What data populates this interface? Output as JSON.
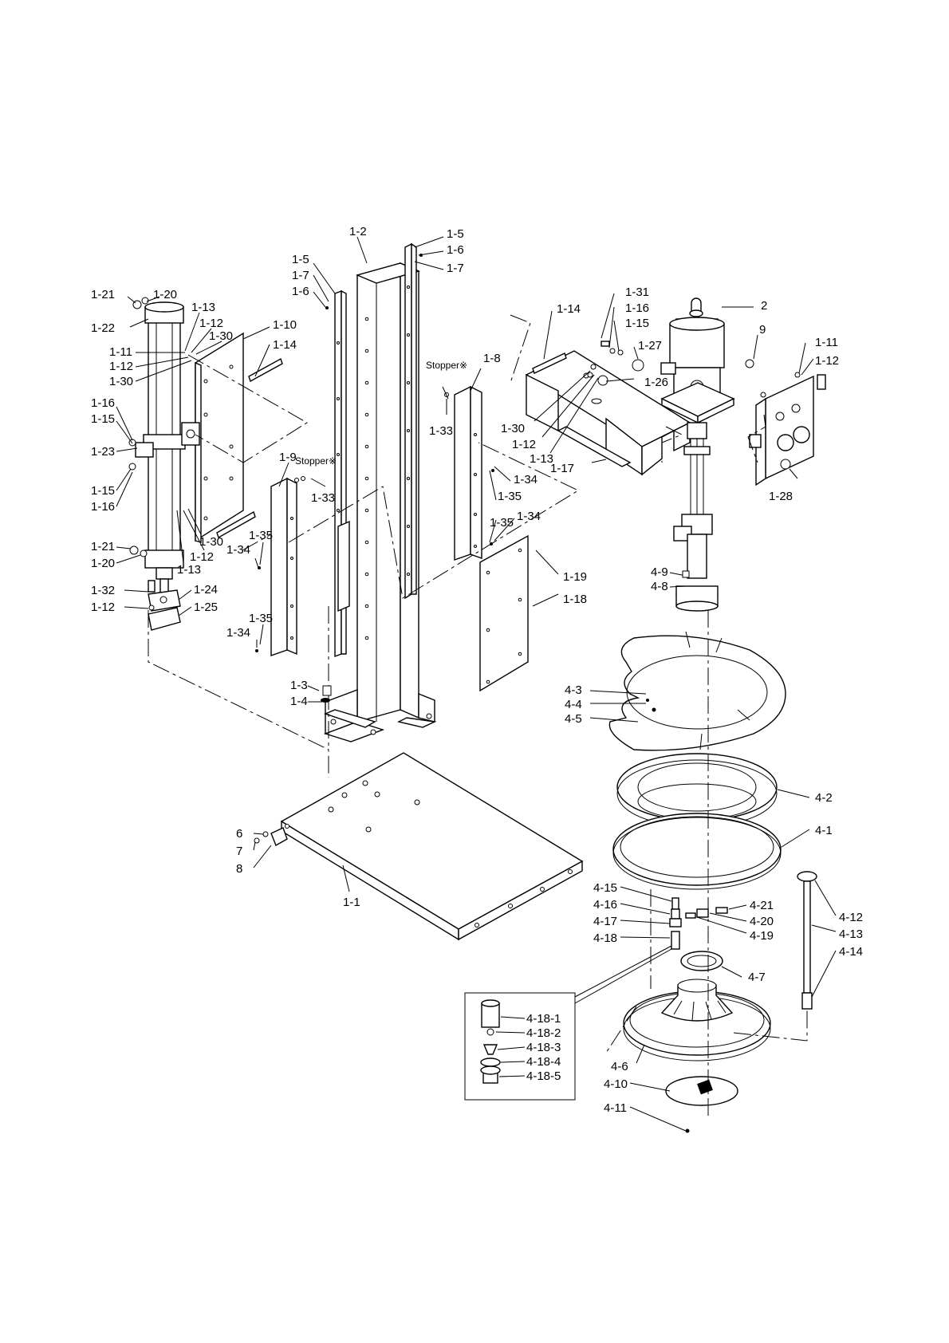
{
  "callouts": [
    {
      "id": "c-1-2",
      "text": "1-2"
    },
    {
      "id": "c-1-5a",
      "text": "1-5"
    },
    {
      "id": "c-1-6a",
      "text": "1-6"
    },
    {
      "id": "c-1-7a",
      "text": "1-7"
    },
    {
      "id": "c-1-5b",
      "text": "1-5"
    },
    {
      "id": "c-1-7b",
      "text": "1-7"
    },
    {
      "id": "c-1-6b",
      "text": "1-6"
    },
    {
      "id": "c-1-21a",
      "text": "1-21"
    },
    {
      "id": "c-1-20a",
      "text": "1-20"
    },
    {
      "id": "c-1-13a",
      "text": "1-13"
    },
    {
      "id": "c-1-12a",
      "text": "1-12"
    },
    {
      "id": "c-1-30a",
      "text": "1-30"
    },
    {
      "id": "c-1-22",
      "text": "1-22"
    },
    {
      "id": "c-1-10",
      "text": "1-10"
    },
    {
      "id": "c-1-14a",
      "text": "1-14"
    },
    {
      "id": "c-1-11a",
      "text": "1-11"
    },
    {
      "id": "c-1-12b",
      "text": "1-12"
    },
    {
      "id": "c-1-30b",
      "text": "1-30"
    },
    {
      "id": "c-1-16a",
      "text": "1-16"
    },
    {
      "id": "c-1-15a",
      "text": "1-15"
    },
    {
      "id": "c-1-23",
      "text": "1-23"
    },
    {
      "id": "c-1-15b",
      "text": "1-15"
    },
    {
      "id": "c-1-16b",
      "text": "1-16"
    },
    {
      "id": "c-1-21b",
      "text": "1-21"
    },
    {
      "id": "c-1-20b",
      "text": "1-20"
    },
    {
      "id": "c-1-30c",
      "text": "1-30"
    },
    {
      "id": "c-1-12c",
      "text": "1-12"
    },
    {
      "id": "c-1-13b",
      "text": "1-13"
    },
    {
      "id": "c-1-32",
      "text": "1-32"
    },
    {
      "id": "c-1-24",
      "text": "1-24"
    },
    {
      "id": "c-1-12d",
      "text": "1-12"
    },
    {
      "id": "c-1-25",
      "text": "1-25"
    },
    {
      "id": "c-1-9",
      "text": "1-9"
    },
    {
      "id": "c-stopper-a",
      "text": "Stopper※"
    },
    {
      "id": "c-1-33a",
      "text": "1-33"
    },
    {
      "id": "c-1-35a",
      "text": "1-35"
    },
    {
      "id": "c-1-34a",
      "text": "1-34"
    },
    {
      "id": "c-1-35b",
      "text": "1-35"
    },
    {
      "id": "c-1-34b",
      "text": "1-34"
    },
    {
      "id": "c-1-3",
      "text": "1-3"
    },
    {
      "id": "c-1-4",
      "text": "1-4"
    },
    {
      "id": "c-stopper-b",
      "text": "Stopper※"
    },
    {
      "id": "c-1-8",
      "text": "1-8"
    },
    {
      "id": "c-1-33b",
      "text": "1-33"
    },
    {
      "id": "c-1-34c",
      "text": "1-34"
    },
    {
      "id": "c-1-35c",
      "text": "1-35"
    },
    {
      "id": "c-1-35d",
      "text": "1-35"
    },
    {
      "id": "c-1-34d",
      "text": "1-34"
    },
    {
      "id": "c-1-19",
      "text": "1-19"
    },
    {
      "id": "c-1-18",
      "text": "1-18"
    },
    {
      "id": "c-1-14b",
      "text": "1-14"
    },
    {
      "id": "c-1-31",
      "text": "1-31"
    },
    {
      "id": "c-1-16c",
      "text": "1-16"
    },
    {
      "id": "c-1-15c",
      "text": "1-15"
    },
    {
      "id": "c-1-27",
      "text": "1-27"
    },
    {
      "id": "c-1-26",
      "text": "1-26"
    },
    {
      "id": "c-1-30d",
      "text": "1-30"
    },
    {
      "id": "c-1-12e",
      "text": "1-12"
    },
    {
      "id": "c-1-13c",
      "text": "1-13"
    },
    {
      "id": "c-1-17",
      "text": "1-17"
    },
    {
      "id": "c-2",
      "text": "2"
    },
    {
      "id": "c-9",
      "text": "9"
    },
    {
      "id": "c-1-11b",
      "text": "1-11"
    },
    {
      "id": "c-1-12f",
      "text": "1-12"
    },
    {
      "id": "c-1-28",
      "text": "1-28"
    },
    {
      "id": "c-4-9",
      "text": "4-9"
    },
    {
      "id": "c-4-8",
      "text": "4-8"
    },
    {
      "id": "c-4-3",
      "text": "4-3"
    },
    {
      "id": "c-4-4",
      "text": "4-4"
    },
    {
      "id": "c-4-5",
      "text": "4-5"
    },
    {
      "id": "c-4-2",
      "text": "4-2"
    },
    {
      "id": "c-4-1",
      "text": "4-1"
    },
    {
      "id": "c-6",
      "text": "6"
    },
    {
      "id": "c-7",
      "text": "7"
    },
    {
      "id": "c-8",
      "text": "8"
    },
    {
      "id": "c-1-1",
      "text": "1-1"
    },
    {
      "id": "c-4-15",
      "text": "4-15"
    },
    {
      "id": "c-4-16",
      "text": "4-16"
    },
    {
      "id": "c-4-17",
      "text": "4-17"
    },
    {
      "id": "c-4-18",
      "text": "4-18"
    },
    {
      "id": "c-4-21",
      "text": "4-21"
    },
    {
      "id": "c-4-20",
      "text": "4-20"
    },
    {
      "id": "c-4-19",
      "text": "4-19"
    },
    {
      "id": "c-4-12",
      "text": "4-12"
    },
    {
      "id": "c-4-13",
      "text": "4-13"
    },
    {
      "id": "c-4-14",
      "text": "4-14"
    },
    {
      "id": "c-4-7",
      "text": "4-7"
    },
    {
      "id": "c-4-18-1",
      "text": "4-18-1"
    },
    {
      "id": "c-4-18-2",
      "text": "4-18-2"
    },
    {
      "id": "c-4-18-3",
      "text": "4-18-3"
    },
    {
      "id": "c-4-18-4",
      "text": "4-18-4"
    },
    {
      "id": "c-4-18-5",
      "text": "4-18-5"
    },
    {
      "id": "c-4-6",
      "text": "4-6"
    },
    {
      "id": "c-4-10",
      "text": "4-10"
    },
    {
      "id": "c-4-11",
      "text": "4-11"
    }
  ]
}
